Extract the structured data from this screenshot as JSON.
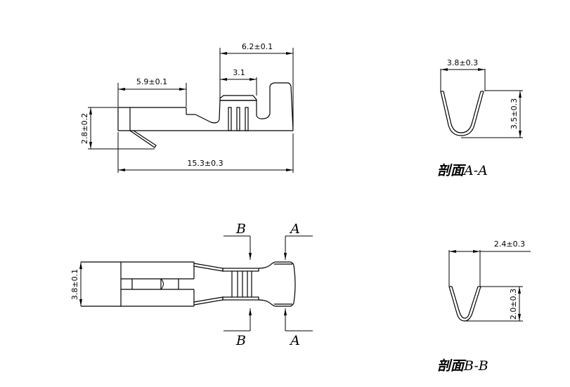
{
  "drawing": {
    "title": "Terminal connector engineering drawing",
    "side_view": {
      "dimensions": {
        "overall_length": "15.3±0.3",
        "front_length": "5.9±0.1",
        "crimp_length": "6.2±0.1",
        "wire_crimp_length": "3.1",
        "height": "2.8±0.2"
      }
    },
    "top_view": {
      "dimensions": {
        "width": "3.8±0.1"
      },
      "section_markers": {
        "b_top": "B",
        "a_top": "A",
        "b_bottom": "B",
        "a_bottom": "A"
      }
    },
    "section_a": {
      "caption_prefix": "剖面",
      "caption_label": "A-A",
      "dimensions": {
        "width": "3.8±0.3",
        "height": "3.5±0.3"
      }
    },
    "section_b": {
      "caption_prefix": "剖面",
      "caption_label": "B-B",
      "dimensions": {
        "width": "2.4±0.3",
        "height": "2.0±0.3"
      }
    }
  }
}
